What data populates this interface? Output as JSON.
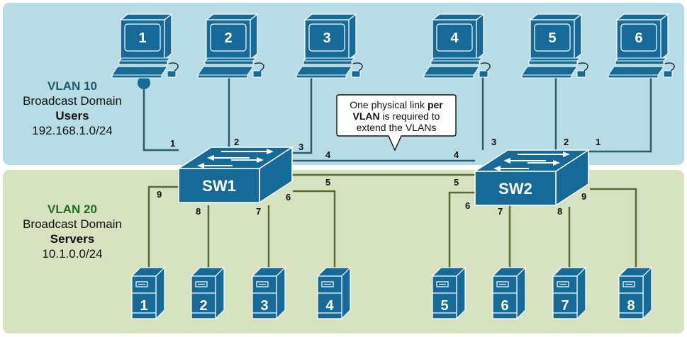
{
  "colors": {
    "vlan10_bg": "#b7dce6",
    "vlan20_bg": "#d7e2c0",
    "device_blue": "#156a97",
    "vlan10_link": "#2a5d6e",
    "vlan20_link": "#5a6b32",
    "vlan10_title": "#1f5a70",
    "vlan20_title": "#1f6e1f"
  },
  "vlan10": {
    "title": "VLAN 10",
    "line1": "Broadcast Domain",
    "name": "Users",
    "subnet": "192.168.1.0/24"
  },
  "vlan20": {
    "title": "VLAN 20",
    "line1": "Broadcast Domain",
    "name": "Servers",
    "subnet": "10.1.0.0/24"
  },
  "switches": [
    {
      "id": "sw1",
      "label": "SW1"
    },
    {
      "id": "sw2",
      "label": "SW2"
    }
  ],
  "pcs": [
    "1",
    "2",
    "3",
    "4",
    "5",
    "6"
  ],
  "servers": [
    "1",
    "2",
    "3",
    "4",
    "5",
    "6",
    "7",
    "8"
  ],
  "callout": {
    "line1_a": "One physical link ",
    "line1_b": "per",
    "line2_a": "VLAN",
    "line2_b": " is required to",
    "line3": "extend the VLANs"
  },
  "ports": {
    "sw1": {
      "p1": "1",
      "p2": "2",
      "p3": "3",
      "p4": "4",
      "p5": "5",
      "p6": "6",
      "p7": "7",
      "p8": "8",
      "p9": "9"
    },
    "sw2": {
      "p1": "1",
      "p2": "2",
      "p3": "3",
      "p4": "4",
      "p5": "5",
      "p6": "6",
      "p7": "7",
      "p8": "8",
      "p9": "9"
    }
  }
}
